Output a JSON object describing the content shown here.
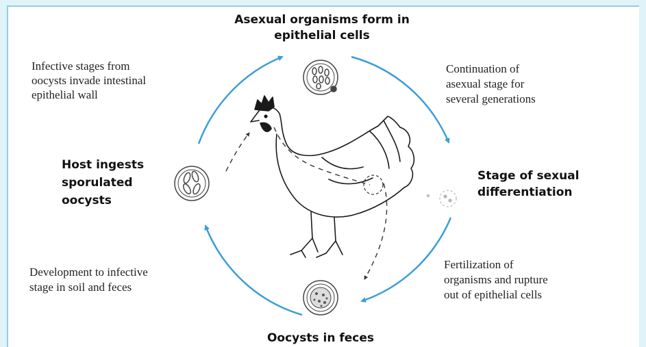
{
  "stages": {
    "top": [
      "Asexual organisms form in",
      "epithelial cells"
    ],
    "right": [
      "Stage of sexual",
      "differentiation"
    ],
    "bottom": [
      "Oocysts in feces"
    ],
    "left": [
      "Host ingests",
      "sporulated",
      "oocysts"
    ]
  },
  "transitions": {
    "upper_left": [
      "Infective stages from",
      "oocysts invade intestinal",
      "epithelial wall"
    ],
    "upper_right": [
      "Continuation of",
      "asexual stage for",
      "several generations"
    ],
    "lower_right": [
      "Fertilization of",
      "organisms and rupture",
      "out of epithelial cells"
    ],
    "lower_left": [
      "Development to infective",
      "stage in soil and feces"
    ]
  },
  "colors": {
    "cycle_arrow": "#3b9dd6",
    "text": "#222222",
    "background": "#dff3f8"
  },
  "icons": [
    "chicken-illustration",
    "asexual-cell-icon",
    "sexual-cell-icon",
    "oocyst-feces-icon",
    "sporulated-oocyst-icon"
  ]
}
